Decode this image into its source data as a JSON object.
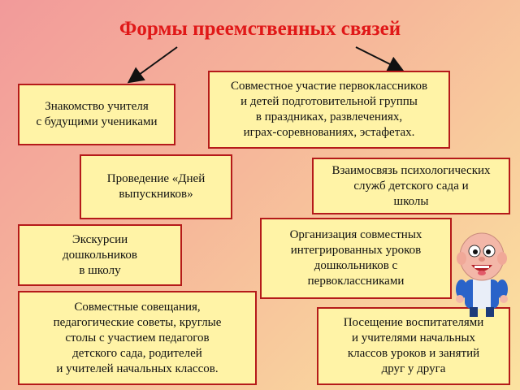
{
  "title": "Формы преемственных связей",
  "boxes": {
    "acquaintance": "Знакомство учителя\nс будущими учениками",
    "joint_participation": "Совместное участие первоклассников\nи детей подготовительной группы\nв праздниках, развлечениях,\nиграх-соревнованиях, эстафетах.",
    "graduates_day": "Проведение «Дней\nвыпускников»",
    "psych_services": "Взаимосвязь психологических\nслужб детского сада и\nшколы",
    "excursions": "Экскурсии\nдошкольников\nв школу",
    "integrated_lessons": "Организация совместных\nинтегрированных уроков\nдошкольников с\nпервоклассниками",
    "joint_meetings": "Совместные совещания,\nпедагогические советы, круглые\nстолы с участием педагогов\nдетского сада, родителей\nи учителей начальных классов.",
    "visits": "Посещение воспитателями\nи учителями начальных\nклассов уроков и занятий\nдруг у друга"
  },
  "icons": {
    "arrows": "arrow-icon",
    "character": "cartoon-boy-icon"
  },
  "colors": {
    "title": "#e01818",
    "box_fill": "#fff3a6",
    "box_border": "#b51a1a"
  }
}
